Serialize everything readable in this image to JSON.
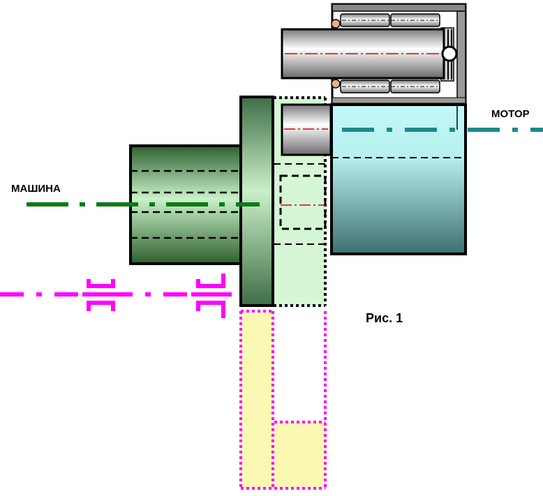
{
  "labels": {
    "machine": "МАШИНА",
    "motor": "МОТОР",
    "figure": "Рис. 1"
  },
  "colors": {
    "machine_axis": "#0a7a14",
    "motor_axis": "#1d8a8a",
    "input_axis": "#ff00ff",
    "center_line": "#e00000",
    "yellow_fill": "#fbf8b4",
    "light_green_fill": "#d6f7d6",
    "outline": "#000000"
  }
}
